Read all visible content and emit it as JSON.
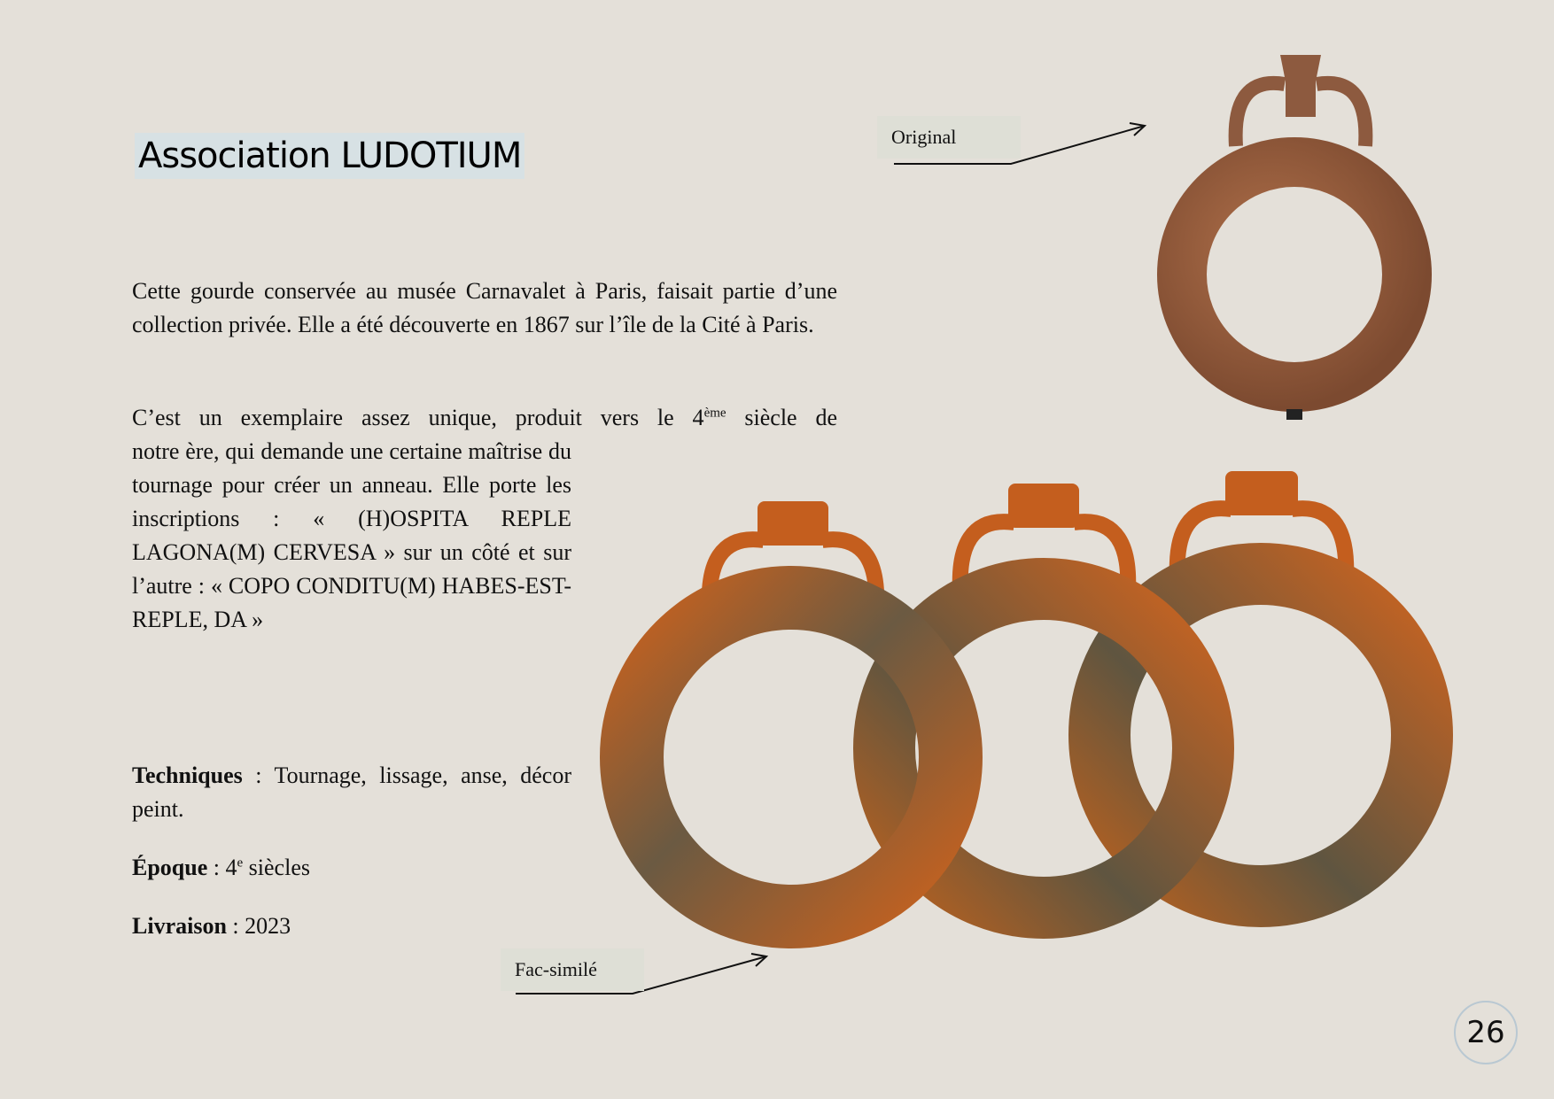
{
  "title": "Association LUDOTIUM",
  "paragraphs": {
    "p1": "Cette gourde conservée au musée Carnavalet à Paris, faisait partie d’une collection privée. Elle a été découverte en 1867 sur l’île de la Cité à Paris.",
    "p2_start": "C’est un exemplaire assez unique, produit vers le 4",
    "p2_sup": "ème",
    "p2_end": " siècle de",
    "p3": "notre ère, qui demande une certaine maîtrise du tournage pour créer un anneau. Elle porte les inscriptions : « (H)OSPITA REPLE LAGONA(M) CERVESA » sur un côté et sur l’autre : « COPO CONDITU(M) HABES-EST-REPLE, DA »"
  },
  "details": {
    "techniques_label": "Techniques",
    "techniques_value": " :  Tournage, lissage, anse, décor peint.",
    "epoque_label": "Époque",
    "epoque_value_pre": " : 4",
    "epoque_sup": "e",
    "epoque_value_post": " siècles",
    "livraison_label": "Livraison",
    "livraison_value": " : 2023"
  },
  "labels": {
    "original": "Original",
    "facsimile": "Fac-similé"
  },
  "page_number": "26",
  "colors": {
    "background": "#e4e0d9",
    "title_highlight": "#d7e1e4",
    "terracotta": "#c8601f",
    "original_clay": "#9a5a3a"
  }
}
